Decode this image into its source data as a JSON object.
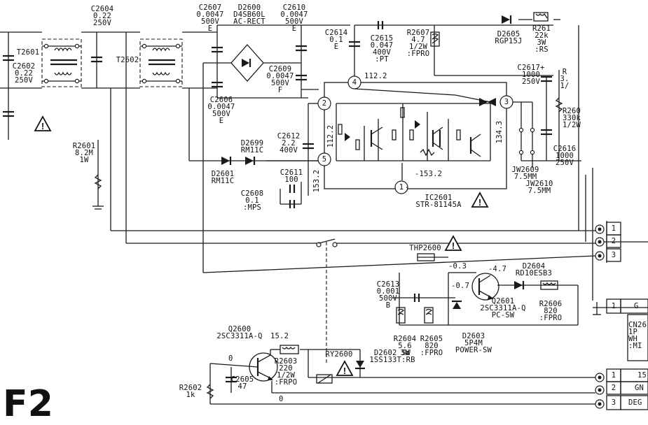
{
  "page_label": "F2",
  "components": {
    "t2601": "T2601",
    "t2602": "T2602",
    "c2602": "C2602\n0.22\n250V",
    "c2604": "C2604\n0.22\n250V",
    "r2601": "R2601\n8.2M\n1W",
    "c2607": "C2607\n0.0047\n500V\nE",
    "d2600": "D2600\nD4SB60L\nAC-RECT",
    "c2610": "C2610\n0.0047\n500V\nE",
    "c2609": "C2609\n0.0047\n500V\nF",
    "c2606": "C2606\n0.0047\n500V\nE",
    "c2614": "C2614\n0.1\nE",
    "c2615": "C2615\n0.047\n400V\n:PT",
    "r2607": "R2607\n4.7\n1/2W\n:FPRO",
    "d2605": "D2605\nRGP15J",
    "r2611": "R261\n22k\n3W\n:RS",
    "c2617": "C2617+\n1000\n250V",
    "r26xa": "R\n3.\n1/",
    "r260x": "R260\n330k\n1/2W",
    "c2616": "C2616\n1000\n250V",
    "d2699": "D2699\nRM11C",
    "d2601": "D2601\nRM11C",
    "c2612": "C2612\n2.2\n400V",
    "c2611": "C2611\n100",
    "c2608": "C2608\n0.1\n:MPS",
    "ic2601": "IC2601\nSTR-81145A",
    "jw2609": "JW2609\n7.5MM",
    "jw2610": "JW2610\n7.5MM",
    "thp2600": "THP2600",
    "c2613": "C2613\n0.001\n500V\nB",
    "d2604": "D2604\nRD10ESB3",
    "q2601": "Q2601\n2SC3311A-Q\nPC-SW",
    "r2606": "R2606\n820\n:FPRO",
    "r2604": "R2604\n5.6\n3W",
    "r2605": "R2605\n820\n:FPRO",
    "d2603": "D2603\n5P4M\nPOWER-SW",
    "d2602": "D2602 SW\n1SS133T:RB",
    "q2600": "Q2600\n2SC3311A-Q",
    "r2603": "R2603\n220\n1/2W\n:FRPO",
    "ry2600": "RY2600",
    "c2605": "C2605\n47",
    "r2602": "R2602\n1k",
    "cn26": "CN26\n1P\nWH\n:MI"
  },
  "pins": {
    "p1": "1",
    "p2": "2",
    "p3": "3",
    "p4": "4",
    "p5": "5"
  },
  "voltages": {
    "v_pin4": "112.2",
    "v_pin2": "112.2",
    "v_pin3": "134.3",
    "v_pin5": "153.2",
    "v_pin1": "-153.2",
    "v_q2601c": "-0.3",
    "v_q2601e": "-4.7",
    "v_q2601b": "-0.7",
    "v_q2600c": "15.2",
    "v_q2600b": "0",
    "v_q2600e": "0"
  },
  "connectors": {
    "upper": [
      "1",
      "2",
      "3"
    ],
    "g_pin": "1",
    "g_label": "G",
    "lower": [
      "1",
      "2",
      "3"
    ],
    "lower_labels": [
      "15",
      "GN",
      "DEG"
    ]
  },
  "icons": [
    "warning-icon"
  ]
}
